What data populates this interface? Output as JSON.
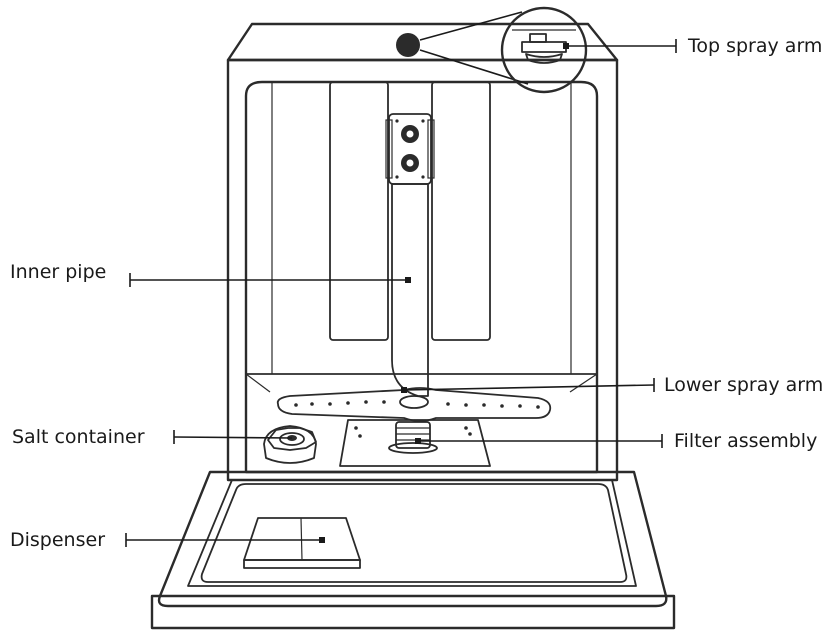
{
  "labels": {
    "top_spray_arm": "Top spray arm",
    "inner_pipe": "Inner pipe",
    "lower_spray_arm": "Lower spray arm",
    "salt_container": "Salt container",
    "filter_assembly": "Filter assembly",
    "dispenser": "Dispenser"
  },
  "colors": {
    "outline": "#2b2b2b",
    "fill": "#ffffff",
    "text": "#1a1a1a"
  }
}
